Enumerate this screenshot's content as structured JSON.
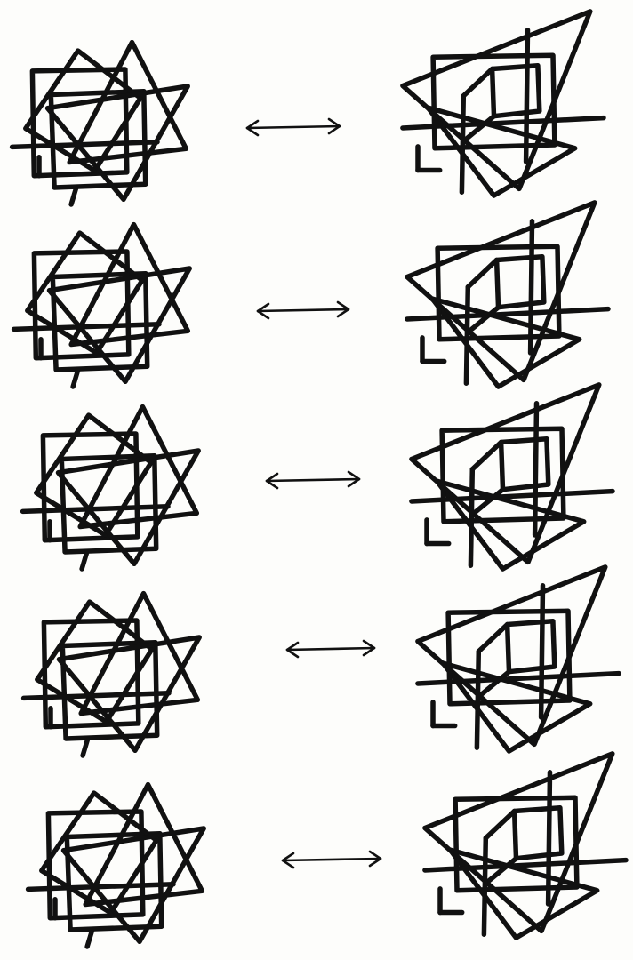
{
  "figure": {
    "ink_color": "#111111",
    "paper_color": "#fdfdfb",
    "rows": [
      {
        "left": "star-figure",
        "connector": "double-arrow",
        "right": "tilted-figure"
      },
      {
        "left": "star-figure",
        "connector": "double-arrow",
        "right": "tilted-figure"
      },
      {
        "left": "star-figure",
        "connector": "double-arrow",
        "right": "tilted-figure"
      },
      {
        "left": "star-figure",
        "connector": "double-arrow",
        "right": "tilted-figure"
      },
      {
        "left": "star-figure",
        "connector": "double-arrow",
        "right": "tilted-figure"
      }
    ]
  }
}
